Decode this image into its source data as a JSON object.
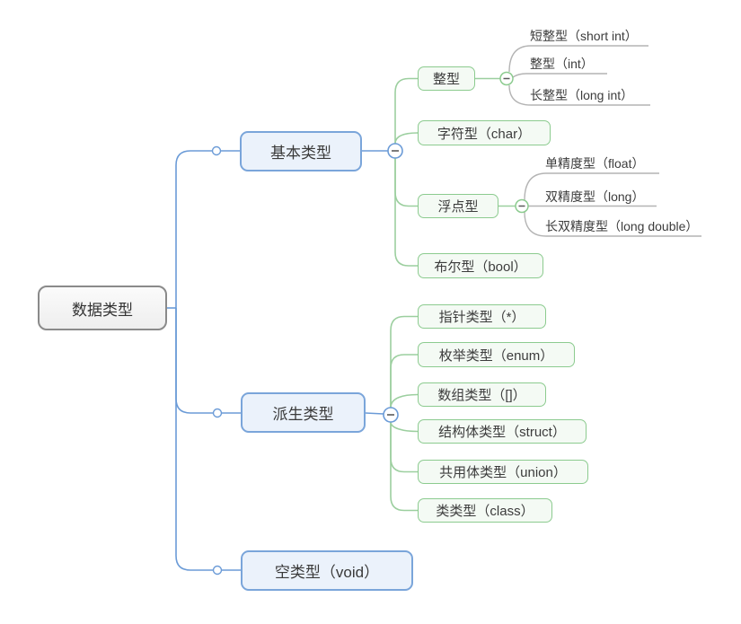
{
  "mindmap": {
    "root": {
      "label": "数据类型"
    },
    "branches": [
      {
        "label": "基本类型",
        "children": [
          {
            "label": "整型",
            "children": [
              {
                "label": "短整型（short int）"
              },
              {
                "label": "整型（int）"
              },
              {
                "label": "长整型（long int）"
              }
            ]
          },
          {
            "label": "字符型（char）"
          },
          {
            "label": "浮点型",
            "children": [
              {
                "label": "单精度型（float）"
              },
              {
                "label": "双精度型（long）"
              },
              {
                "label": "长双精度型（long double）"
              }
            ]
          },
          {
            "label": "布尔型（bool）"
          }
        ]
      },
      {
        "label": "派生类型",
        "children": [
          {
            "label": "指针类型（*）"
          },
          {
            "label": "枚举类型（enum）"
          },
          {
            "label": "数组类型（[]）"
          },
          {
            "label": "结构体类型（struct）"
          },
          {
            "label": "共用体类型（union）"
          },
          {
            "label": "类类型（class）"
          }
        ]
      },
      {
        "label": "空类型（void）"
      }
    ]
  },
  "icons": {
    "collapse_symbol": "−"
  },
  "colors": {
    "branch_blue": "#6b9bd7",
    "node_blue_border": "#7aa5da",
    "node_blue_fill": "#ebf2fb",
    "branch_green": "#9ccf9f",
    "node_green_border": "#8ccb8f",
    "node_green_fill": "#f4faf4",
    "line_gray": "#b4b4b4",
    "root_border": "#8a8a8a",
    "root_fill": "#f6f6f6",
    "text": "#3c3c3c"
  }
}
